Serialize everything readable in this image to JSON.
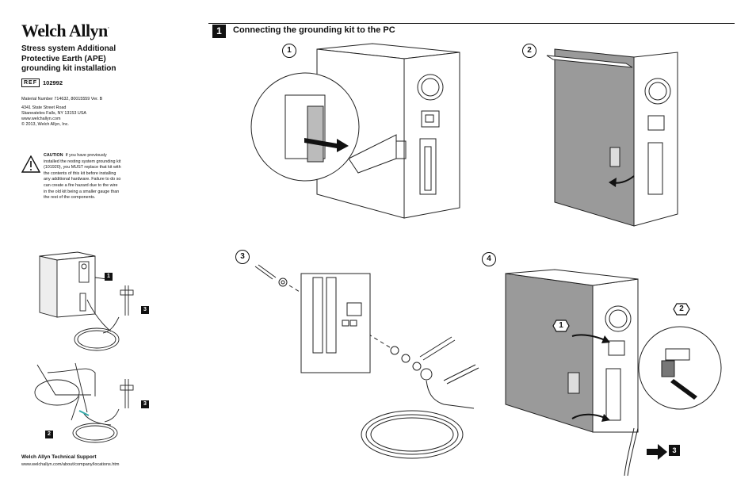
{
  "header": {
    "brand": "Welch Allyn",
    "title_lines": [
      "Stress system Additional",
      "Protective Earth (APE)",
      "grounding kit installation"
    ],
    "ref_label": "REF",
    "ref_number": "102992"
  },
  "meta": {
    "material_number": "Material Number 714632, 80015559 Ver. B",
    "address_line1": "4341 State Street Road",
    "address_line2": "Skaneateles Falls, NY 13153 USA",
    "website": "www.welchallyn.com",
    "copyright": "© 2013, Welch Allyn, Inc."
  },
  "caution": {
    "label": "CAUTION",
    "lines": [
      "If you have previously",
      "installed the resting system grounding kit",
      "(101920), you MUST replace that kit with",
      "the contents of this kit before installing",
      "any additional hardware. Failure to do so",
      "can create a fire hazard due to the wire",
      "in the old kit being a smaller gauge than",
      "the rest of the components."
    ]
  },
  "support": {
    "title": "Welch Allyn Technical Support",
    "url": "www.welchallyn.com/about/company/locations.htm"
  },
  "section": {
    "number": "1",
    "title": "Connecting the grounding kit to the PC"
  },
  "overview_callouts": [
    "1",
    "3",
    "2",
    "3"
  ],
  "steps": [
    "1",
    "2",
    "3",
    "4"
  ],
  "step4_callouts": {
    "a": "1",
    "b": "2",
    "c": "3"
  }
}
